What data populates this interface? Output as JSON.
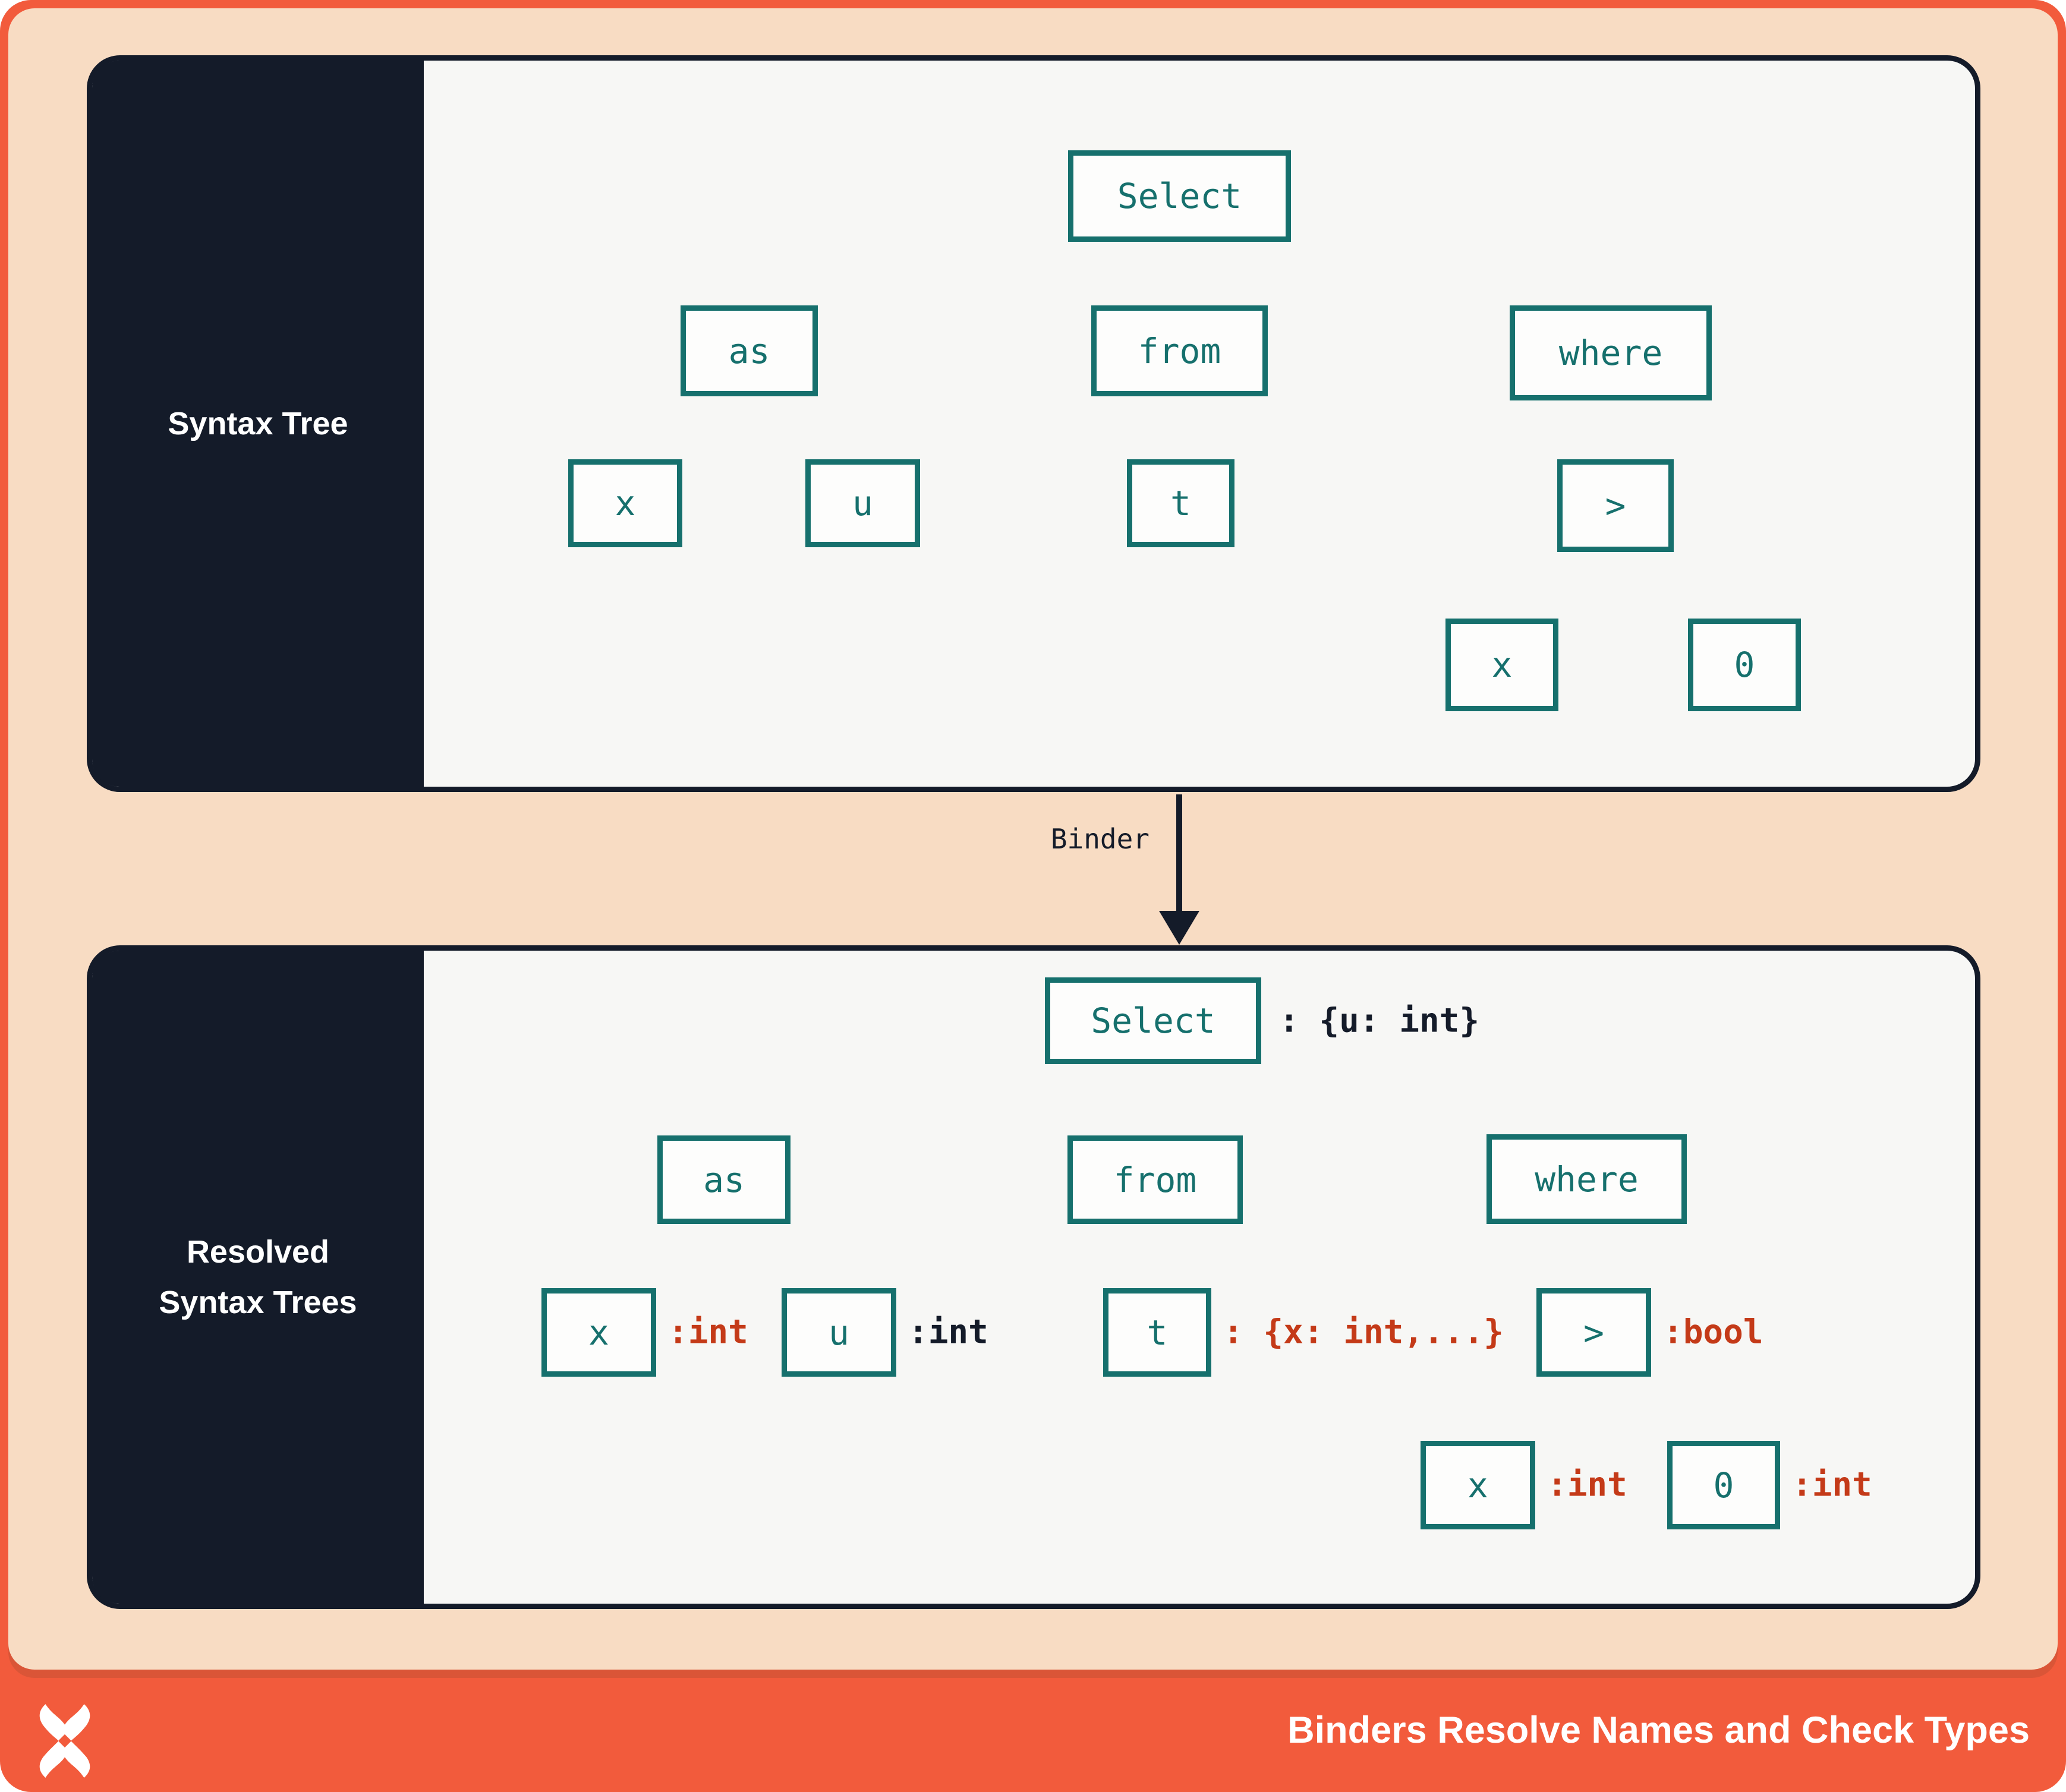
{
  "top_panel": {
    "label": "Syntax Tree",
    "nodes": {
      "select": "Select",
      "as": "as",
      "from": "from",
      "where": "where",
      "x_left": "x",
      "u": "u",
      "t": "t",
      "gt": ">",
      "x_right": "x",
      "zero": "0"
    }
  },
  "binder": {
    "label": "Binder"
  },
  "bottom_panel": {
    "label_lines": [
      "Resolved",
      "Syntax Trees"
    ],
    "nodes": {
      "select": "Select",
      "as": "as",
      "from": "from",
      "where": "where",
      "x_left": "x",
      "u": "u",
      "t": "t",
      "gt": ">",
      "x_right": "x",
      "zero": "0"
    },
    "annotations": {
      "select": ": {u: int}",
      "x_left": ":int",
      "u": ":int",
      "t": ": {x: int,...}",
      "gt": ":bool",
      "x_right": ":int",
      "zero": ":int"
    }
  },
  "footer": {
    "title": "Binders Resolve Names and Check Types",
    "logo": "x-logo"
  },
  "colors": {
    "teal": "#16706d",
    "navy": "#141b29",
    "annotation_resolved": "#c43a18",
    "annotation_known": "#141b29",
    "frame_red": "#f25b3c",
    "peach": "#f8dcc3",
    "panel_bg": "#f7f7f5"
  }
}
